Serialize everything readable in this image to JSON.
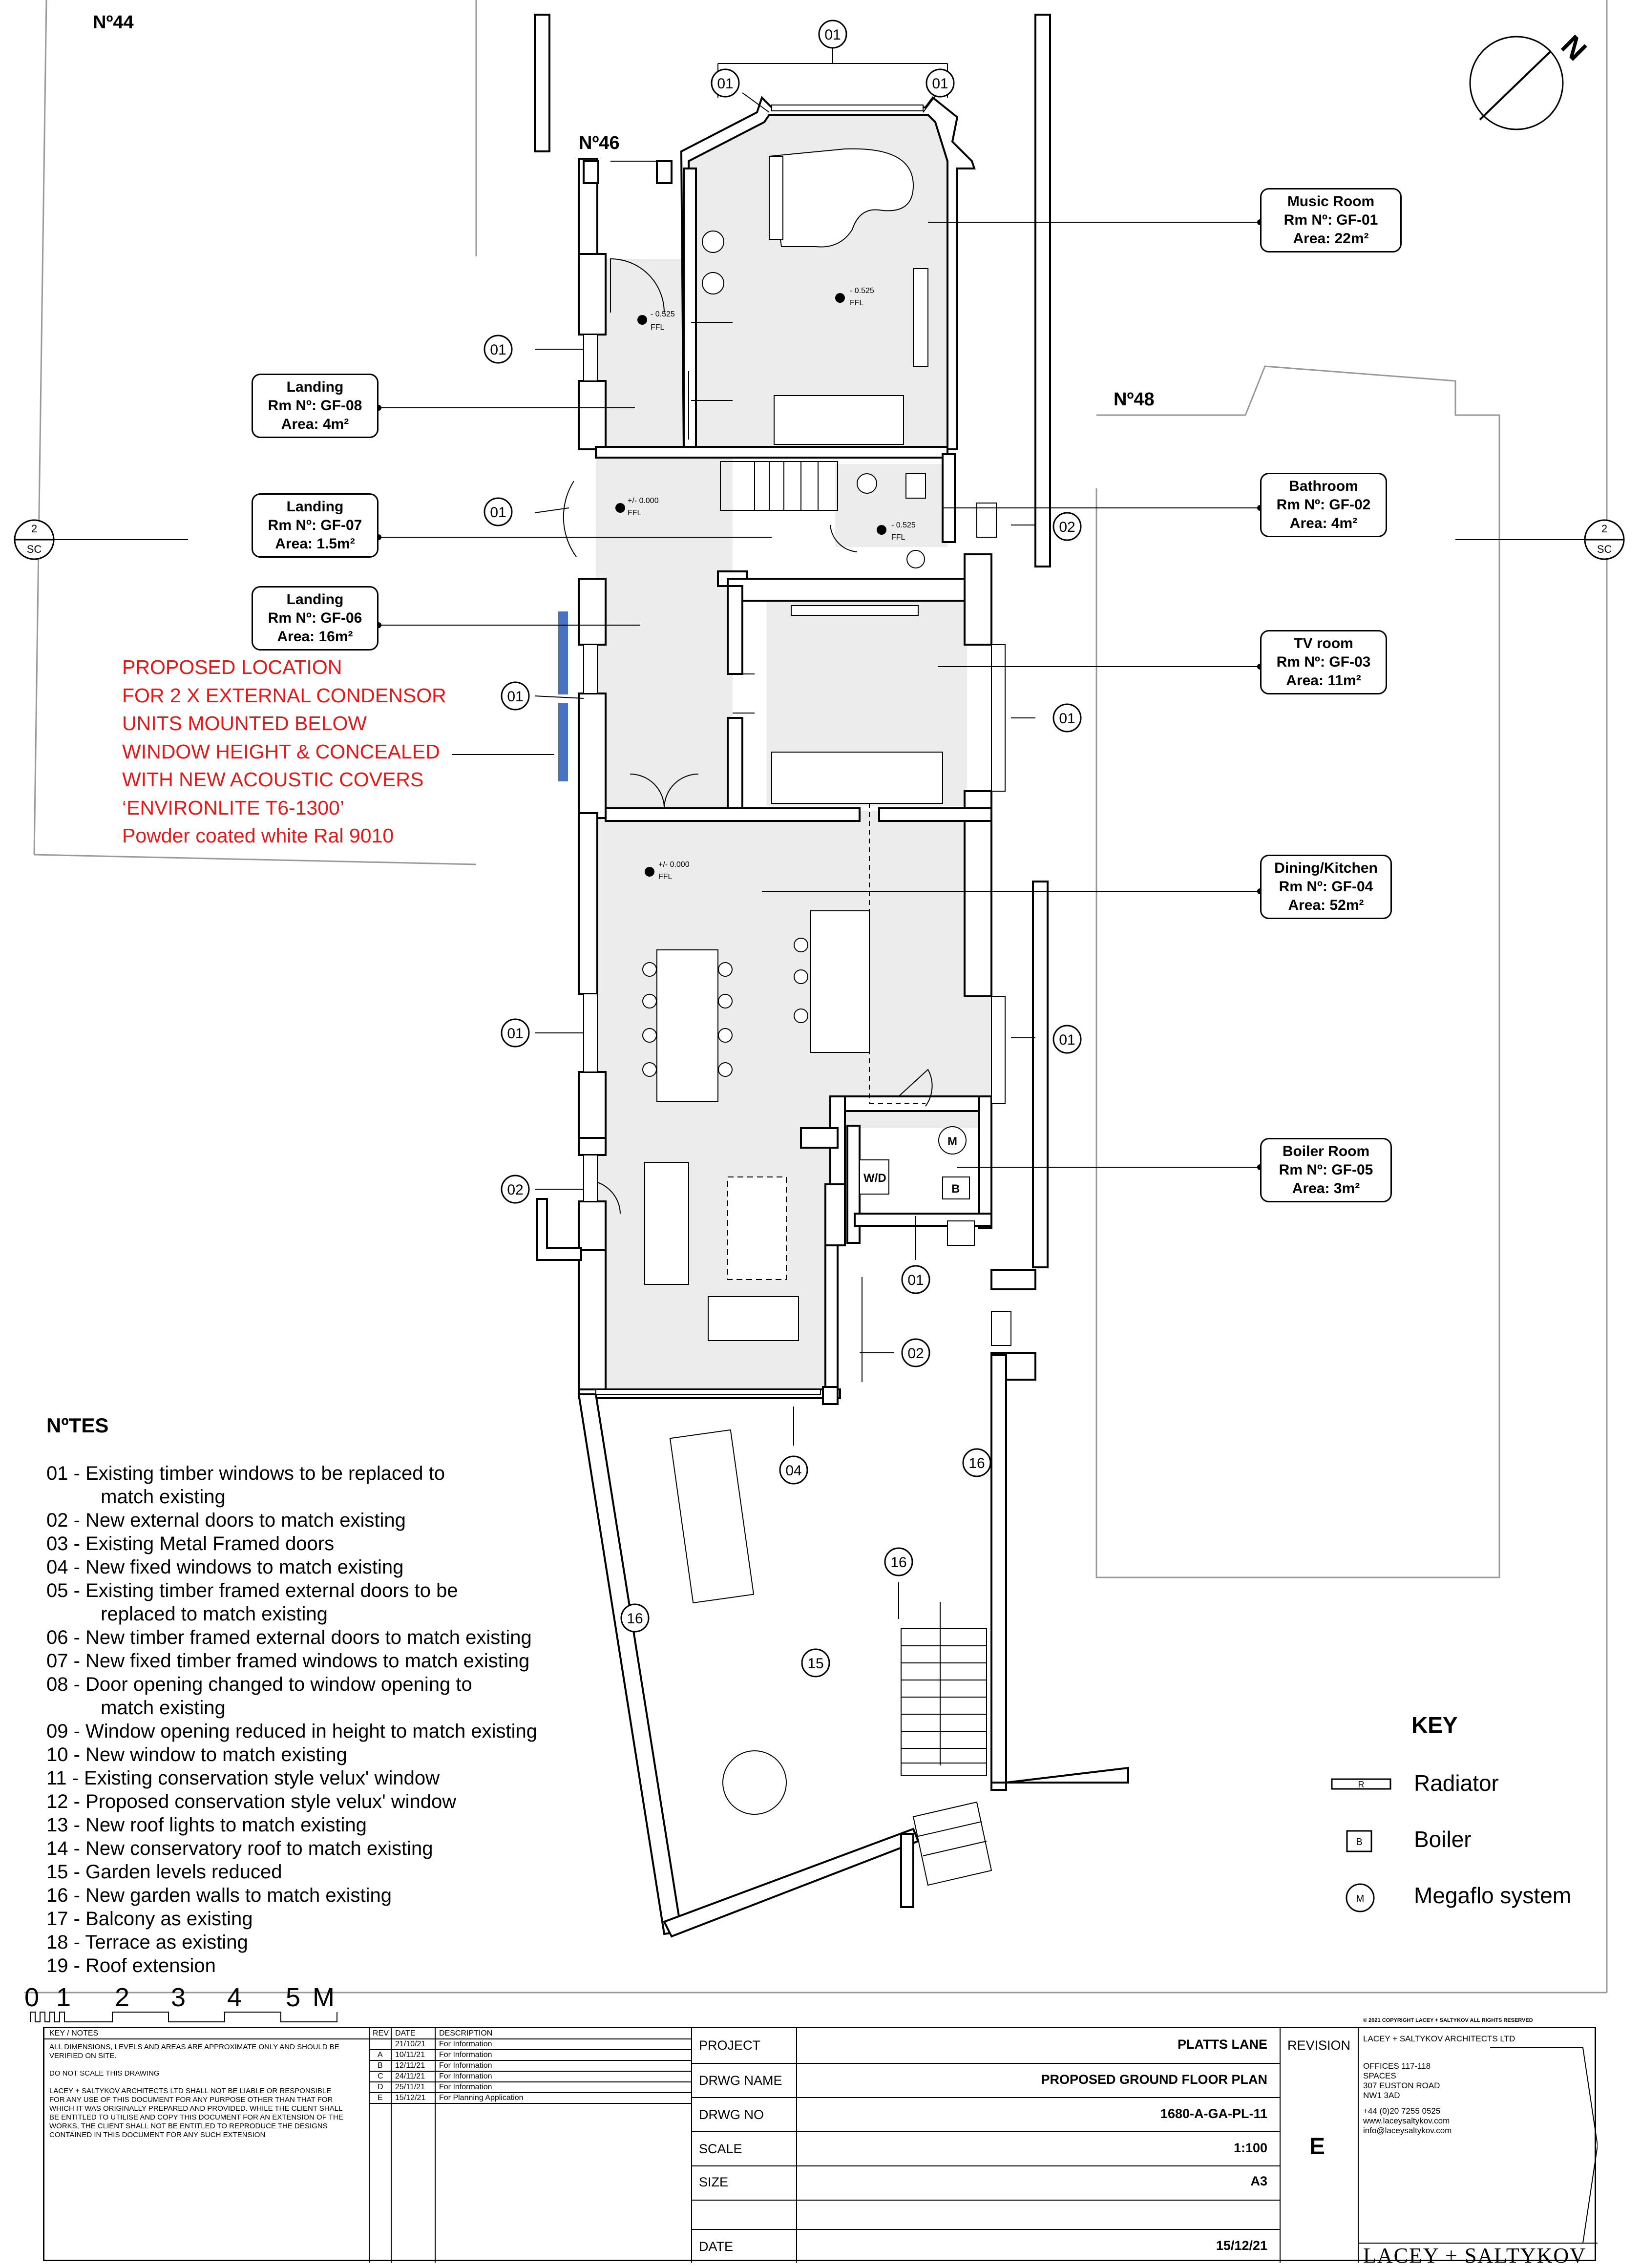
{
  "neighbours": {
    "left": "Nº44",
    "middle": "Nº46",
    "right": "Nº48"
  },
  "section_marker": {
    "number": "2",
    "sheet": "SC"
  },
  "rooms": [
    {
      "id": "music",
      "name": "Music Room",
      "number": "Rm Nº: GF-01",
      "area": "Area: 22m²"
    },
    {
      "id": "bath",
      "name": "Bathroom",
      "number": "Rm Nº: GF-02",
      "area": "Area: 4m²"
    },
    {
      "id": "tv",
      "name": "TV room",
      "number": "Rm Nº: GF-03",
      "area": "Area: 11m²"
    },
    {
      "id": "dining",
      "name": "Dining/Kitchen",
      "number": "Rm Nº: GF-04",
      "area": "Area: 52m²"
    },
    {
      "id": "boiler",
      "name": "Boiler Room",
      "number": "Rm Nº: GF-05",
      "area": "Area: 3m²"
    },
    {
      "id": "land6",
      "name": "Landing",
      "number": "Rm Nº: GF-06",
      "area": "Area: 16m²"
    },
    {
      "id": "land7",
      "name": "Landing",
      "number": "Rm Nº: GF-07",
      "area": "Area: 1.5m²"
    },
    {
      "id": "land8",
      "name": "Landing",
      "number": "Rm Nº: GF-08",
      "area": "Area: 4m²"
    }
  ],
  "levels": {
    "minus": "- 0.525",
    "zero": "+/- 0.000",
    "ffl": "FFL"
  },
  "tags": {
    "t01": "01",
    "t02": "02",
    "t04": "04",
    "t15": "15",
    "t16": "16"
  },
  "fixtures": {
    "wd": "W/D",
    "b": "B",
    "m": "M",
    "r": "R"
  },
  "red_note": [
    "PROPOSED LOCATION",
    "FOR 2 X EXTERNAL CONDENSOR",
    "UNITS MOUNTED BELOW",
    "WINDOW HEIGHT & CONCEALED",
    "WITH NEW ACOUSTIC COVERS",
    "‘ENVIRONLITE T6-1300’",
    "Powder coated white Ral 9010"
  ],
  "notes": {
    "title": "NºTES",
    "items": [
      "01 - Existing timber windows to be replaced to",
      "          match existing",
      "02 - New external doors to match existing",
      "03 - Existing Metal Framed doors",
      "04 - New fixed windows to match existing",
      "05 - Existing timber framed external doors to be",
      "          replaced to match existing",
      "06 - New timber framed external doors to match existing",
      "07 - New fixed timber framed windows to match existing",
      "08 - Door opening changed to window opening to",
      "          match existing",
      "09 - Window opening reduced in height to match existing",
      "10 - New window to match existing",
      "11 - Existing conservation style velux' window",
      "12 - Proposed conservation style velux' window",
      "13 - New roof lights to match existing",
      "14 - New conservatory roof to match existing",
      "15 - Garden levels reduced",
      "16 - New garden walls to match existing",
      "17 - Balcony as existing",
      "18 - Terrace as existing",
      "19 - Roof extension"
    ]
  },
  "key": {
    "title": "KEY",
    "items": [
      {
        "symbol": "R",
        "label": "Radiator"
      },
      {
        "symbol": "B",
        "label": "Boiler"
      },
      {
        "symbol": "M",
        "label": "Megaflo system"
      }
    ]
  },
  "scale_bar": {
    "labels": [
      "0",
      "1",
      "2",
      "3",
      "4",
      "5",
      "M"
    ]
  },
  "north": {
    "label": "N"
  },
  "title_block": {
    "key_notes_header": "KEY / NOTES",
    "key_notes_text": [
      "ALL DIMENSIONS, LEVELS AND AREAS ARE APPROXIMATE ONLY AND SHOULD BE",
      "VERIFIED ON SITE.",
      "",
      "DO NOT SCALE THIS DRAWING",
      "",
      "LACEY + SALTYKOV ARCHITECTS LTD SHALL NOT BE LIABLE OR RESPONSIBLE",
      "FOR ANY USE OF THIS DOCUMENT FOR ANY PURPOSE OTHER THAN THAT FOR",
      "WHICH IT WAS ORIGINALLY PREPARED AND PROVIDED. WHILE THE CLIENT SHALL",
      "BE ENTITLED TO UTILISE AND COPY THIS DOCUMENT FOR AN EXTENSION OF THE",
      "WORKS, THE CLIENT SHALL NOT BE ENTITLED TO REPRODUCE THE DESIGNS",
      "CONTAINED IN THIS DOCUMENT FOR ANY SUCH EXTENSION"
    ],
    "rev_headers": [
      "REV",
      "DATE",
      "DESCRIPTION"
    ],
    "revisions": [
      {
        "rev": "",
        "date": "21/10/21",
        "desc": "For Information"
      },
      {
        "rev": "A",
        "date": "10/11/21",
        "desc": "For Information"
      },
      {
        "rev": "B",
        "date": "12/11/21",
        "desc": "For Information"
      },
      {
        "rev": "C",
        "date": "24/11/21",
        "desc": "For Information"
      },
      {
        "rev": "D",
        "date": "25/11/21",
        "desc": "For Information"
      },
      {
        "rev": "E",
        "date": "15/12/21",
        "desc": "For Planning Application"
      }
    ],
    "fields": [
      {
        "label": "PROJECT",
        "value": "PLATTS LANE"
      },
      {
        "label": "DRWG NAME",
        "value": "PROPOSED GROUND FLOOR PLAN"
      },
      {
        "label": "DRWG NO",
        "value": "1680-A-GA-PL-11"
      },
      {
        "label": "SCALE",
        "value": "1:100"
      },
      {
        "label": "SIZE",
        "value": "A3"
      },
      {
        "label": "DATE",
        "value": "15/12/21"
      }
    ],
    "revision_label": "REVISION",
    "revision_value": "E",
    "copyright": "© 2021 COPYRIGHT LACEY + SALTYKOV  ALL RIGHTS RESERVED",
    "firm": "LACEY + SALTYKOV ARCHITECTS LTD",
    "address": [
      "OFFICES 117-118",
      "SPACES",
      "307 EUSTON ROAD",
      "NW1 3AD"
    ],
    "contact": [
      "+44 (0)20 7255 0525",
      "www.laceysaltykov.com",
      "info@laceysaltykov.com"
    ],
    "logo": "LACEY + SALTYKOV"
  },
  "colors": {
    "wall": "#000000",
    "floor": "#ececec",
    "note": "#e31919",
    "condenser": "#4a72c4"
  }
}
